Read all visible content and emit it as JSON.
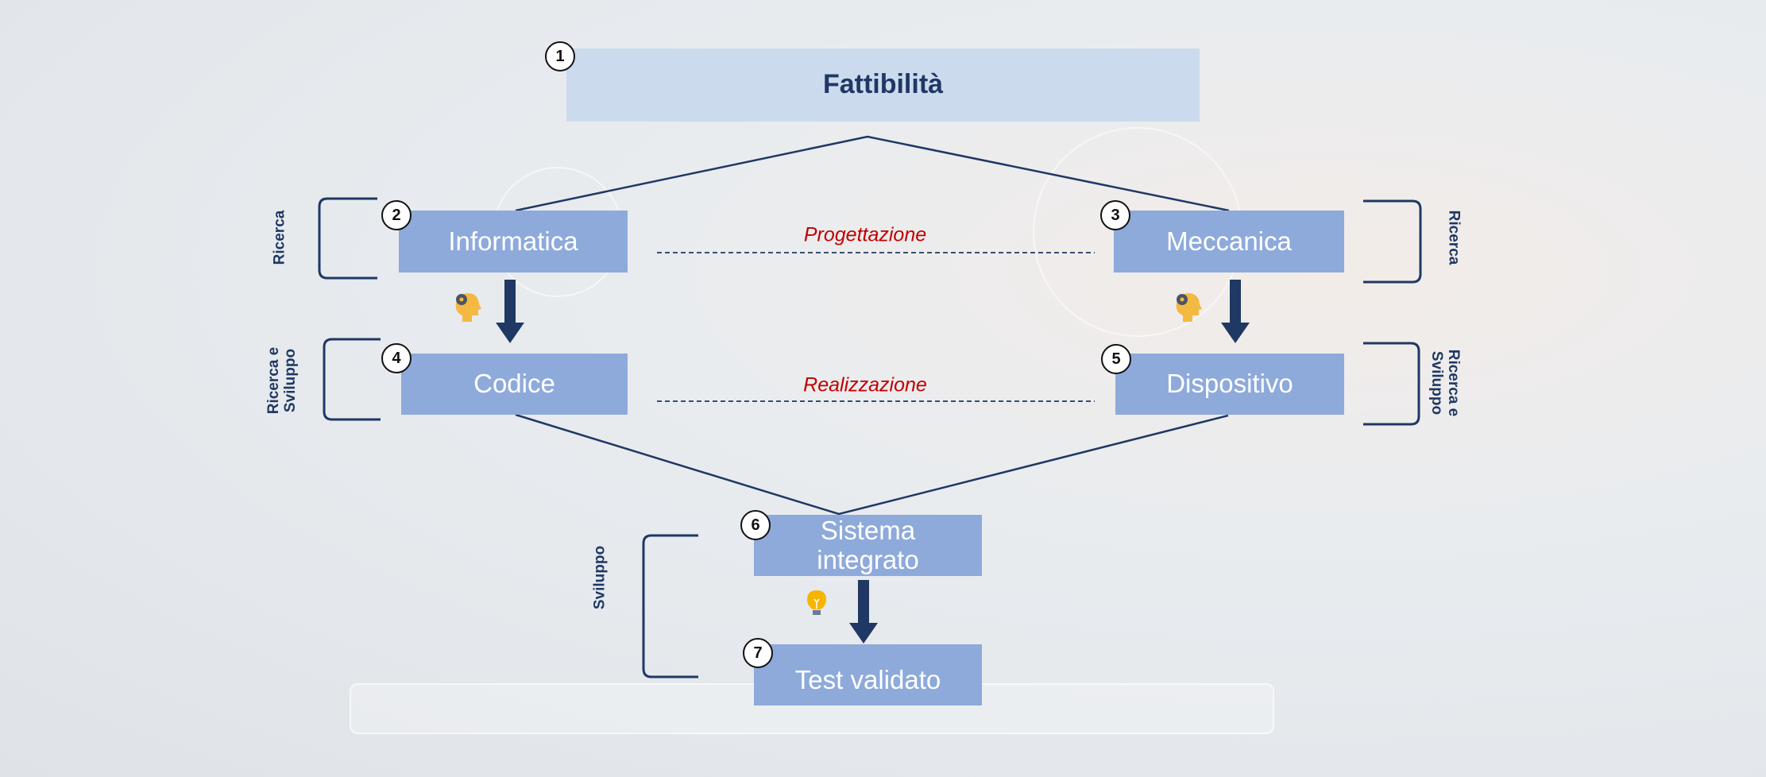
{
  "title": "Fattibilità",
  "steps": [
    {
      "number": "1",
      "label": "Fattibilità"
    },
    {
      "number": "2",
      "label": "Informatica"
    },
    {
      "number": "3",
      "label": "Meccanica"
    },
    {
      "number": "4",
      "label": "Codice"
    },
    {
      "number": "5",
      "label": "Dispositivo"
    },
    {
      "number": "6",
      "label": "Sistema integrato"
    },
    {
      "number": "7",
      "label": "Test validato"
    }
  ],
  "phases": {
    "design": "Progettazione",
    "build": "Realizzazione"
  },
  "side_labels": {
    "left_research": "Ricerca",
    "left_rnd": "Ricerca e\nSviluppo",
    "right_research": "Ricerca",
    "right_rnd": "Ricerca e\nSviluppo",
    "development": "Sviluppo"
  },
  "icons": [
    "gear-head-icon",
    "gear-head-icon",
    "lightbulb-icon"
  ],
  "colors": {
    "navy": "#1f3864",
    "box": "#8eaadb",
    "top_box": "#ccdaee",
    "phase_text": "#c00000"
  }
}
